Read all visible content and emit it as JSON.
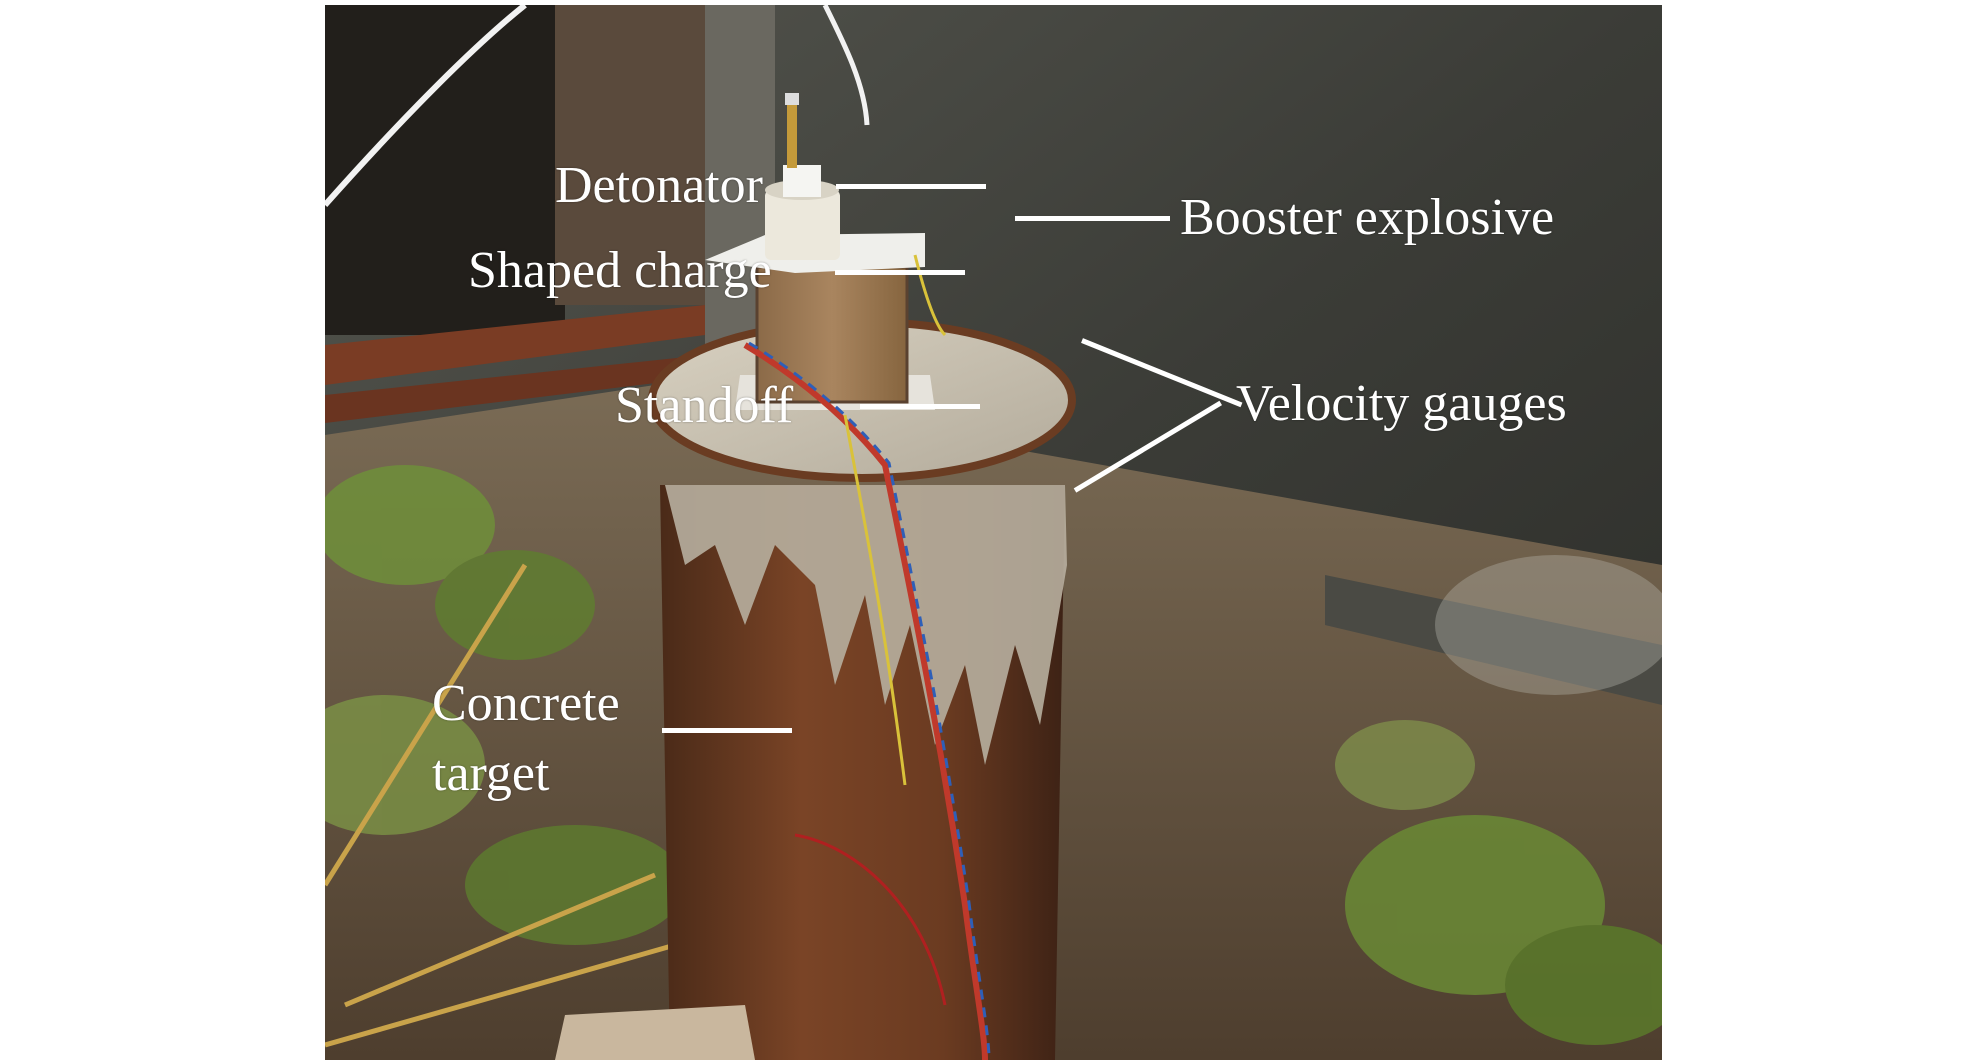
{
  "figure": {
    "labels": {
      "detonator": "Detonator",
      "booster_explosive": "Booster explosive",
      "shaped_charge": "Shaped charge",
      "standoff": "Standoff",
      "velocity_gauges": "Velocity gauges",
      "concrete_target_line1": "Concrete",
      "concrete_target_line2": "target"
    },
    "colors": {
      "label_text": "#ffffff",
      "leader_line": "#ffffff",
      "wall": "#3c3d38",
      "concrete_top": "#c9c2b2",
      "rust": "#6a3c22",
      "standoff_box": "#9d7a55",
      "ground": "#6d5a45",
      "vegetation": "#6f8f3a"
    }
  }
}
